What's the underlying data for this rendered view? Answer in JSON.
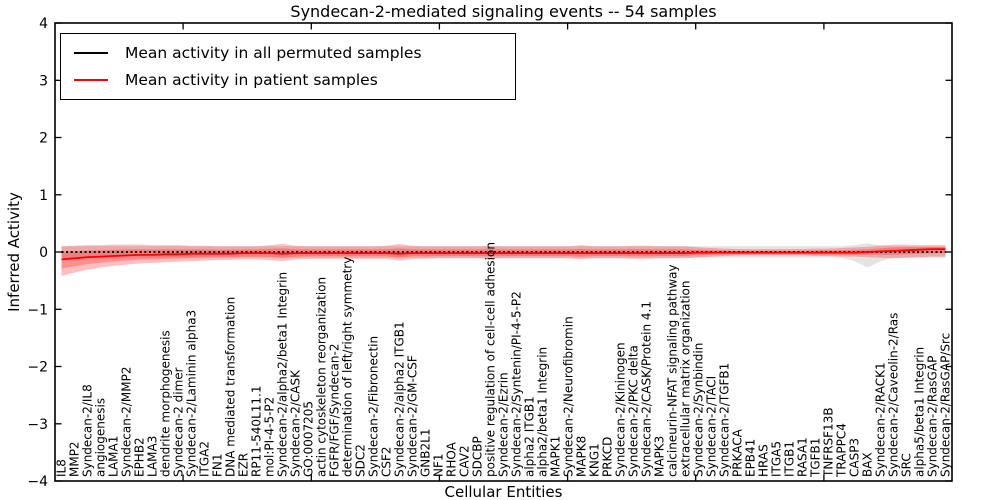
{
  "title": "Syndecan-2-mediated signaling events -- 54 samples",
  "ylabel": "Inferred Activity",
  "xlabel": "Cellular Entities",
  "legend": [
    {
      "label": "Mean activity in all permuted samples",
      "color": "#000000"
    },
    {
      "label": "Mean activity in patient samples",
      "color": "#ff0000"
    }
  ],
  "chart_data": {
    "type": "line",
    "title": "Syndecan-2-mediated signaling events -- 54 samples",
    "xlabel": "Cellular Entities",
    "ylabel": "Inferred Activity",
    "ylim": [
      -4,
      4
    ],
    "yticks": [
      4,
      3,
      2,
      1,
      0,
      -1,
      -2,
      -3,
      -4
    ],
    "grid": false,
    "legend_position": "upper left",
    "categories": [
      "IL8",
      "MMP2",
      "Syndecan-2/IL8",
      "angiogenesis",
      "LAMA1",
      "Syndecan-2/MMP2",
      "EPHB2",
      "LAMA3",
      "dendrite morphogenesis",
      "Syndecan-2 dimer",
      "Syndecan-2/Laminin alpha3",
      "ITGA2",
      "FN1",
      "DNA mediated transformation",
      "EZR",
      "RP11-540L11.1",
      "mol:PI-4-5-P2",
      "Syndecan-2/alpha2/beta1 Integrin",
      "Syndecan-2/CASK",
      "GO:0007205",
      "actin cytoskeleton reorganization",
      "FGFR/FGF/Syndecan-2",
      "determination of left/right symmetry",
      "SDC2",
      "Syndecan-2/Fibronectin",
      "CSF2",
      "Syndecan-2/alpha2 ITGB1",
      "Syndecan-2/GM-CSF",
      "GNB2L1",
      "NF1",
      "RHOA",
      "CAV2",
      "SDCBP",
      "positive regulation of cell-cell adhesion",
      "Syndecan-2/Ezrin",
      "Syndecan-2/Syntenin/PI-4-5-P2",
      "alpha2 ITGB1",
      "alpha2/beta1 Integrin",
      "MAPK1",
      "Syndecan-2/Neurofibromin",
      "MAPK8",
      "KNG1",
      "PRKCD",
      "Syndecan-2/Kininogen",
      "Syndecan-2/PKC delta",
      "Syndecan-2/CASK/Protein 4.1",
      "MAPK3",
      "calcineurin-NFAT signaling pathway",
      "extracellular matrix organization",
      "Syndecan-2/Synbindin",
      "Syndecan-2/TACI",
      "Syndecan-2/TGFB1",
      "PRKACA",
      "EPB41",
      "HRAS",
      "ITGA5",
      "ITGB1",
      "RASA1",
      "TGFB1",
      "TNFRSF13B",
      "TRAPPC4",
      "CASP3",
      "BAX",
      "Syndecan-2/RACK1",
      "Syndecan-2/Caveolin-2/Ras",
      "SRC",
      "alpha5/beta1 Integrin",
      "Syndecan-2/RasGAP",
      "Syndecan-2/RasGAP/Src"
    ],
    "series": [
      {
        "key": "permuted-mean-line",
        "name": "Mean activity in all permuted samples",
        "color": "#000000",
        "style": "dotted",
        "values": [
          0,
          0,
          0,
          0,
          0,
          0,
          0,
          0,
          0,
          0,
          0,
          0,
          0,
          0,
          0,
          0,
          0,
          0,
          0,
          0,
          0,
          0,
          0,
          0,
          0,
          0,
          0,
          0,
          0,
          0,
          0,
          0,
          0,
          0,
          0,
          0,
          0,
          0,
          0,
          0,
          0,
          0,
          0,
          0,
          0,
          0,
          0,
          0,
          0,
          0,
          0,
          0,
          0,
          0,
          0,
          0,
          0,
          0,
          0,
          0,
          0,
          0,
          0,
          0,
          0,
          0,
          0,
          0,
          0
        ]
      },
      {
        "key": "patient-mean-line",
        "name": "Mean activity in patient samples",
        "color": "#ff0000",
        "style": "solid",
        "values": [
          -0.13,
          -0.11,
          -0.09,
          -0.08,
          -0.07,
          -0.06,
          -0.05,
          -0.05,
          -0.04,
          -0.04,
          -0.03,
          -0.03,
          -0.03,
          -0.03,
          -0.02,
          -0.02,
          -0.02,
          -0.03,
          -0.02,
          -0.02,
          -0.02,
          -0.02,
          -0.02,
          -0.02,
          -0.02,
          -0.02,
          -0.03,
          -0.02,
          -0.02,
          -0.02,
          -0.02,
          -0.02,
          -0.02,
          -0.02,
          -0.02,
          -0.02,
          -0.02,
          -0.02,
          -0.02,
          -0.02,
          -0.02,
          -0.02,
          -0.02,
          -0.02,
          -0.02,
          -0.02,
          -0.02,
          -0.02,
          -0.02,
          -0.01,
          -0.01,
          -0.01,
          -0.01,
          -0.01,
          -0.01,
          -0.01,
          -0.01,
          -0.01,
          -0.01,
          -0.01,
          -0.01,
          -0.01,
          0.0,
          0.01,
          0.02,
          0.03,
          0.04,
          0.05,
          0.05
        ]
      }
    ],
    "bands": [
      {
        "name": "permuted-range",
        "color": "#999999",
        "opacity": 0.28,
        "upper": [
          0.1,
          0.1,
          0.1,
          0.1,
          0.1,
          0.1,
          0.1,
          0.1,
          0.1,
          0.1,
          0.1,
          0.1,
          0.1,
          0.1,
          0.1,
          0.1,
          0.1,
          0.1,
          0.1,
          0.1,
          0.1,
          0.1,
          0.1,
          0.1,
          0.1,
          0.1,
          0.1,
          0.1,
          0.1,
          0.1,
          0.1,
          0.1,
          0.1,
          0.1,
          0.1,
          0.1,
          0.1,
          0.1,
          0.1,
          0.1,
          0.1,
          0.1,
          0.1,
          0.1,
          0.1,
          0.1,
          0.1,
          0.1,
          0.1,
          0.1,
          0.1,
          0.1,
          0.1,
          0.1,
          0.1,
          0.1,
          0.1,
          0.1,
          0.1,
          0.1,
          0.1,
          0.12,
          0.15,
          0.12,
          0.1,
          0.1,
          0.1,
          0.1,
          0.1
        ],
        "lower": [
          -0.1,
          -0.1,
          -0.1,
          -0.1,
          -0.1,
          -0.1,
          -0.1,
          -0.1,
          -0.1,
          -0.1,
          -0.1,
          -0.1,
          -0.1,
          -0.1,
          -0.1,
          -0.1,
          -0.1,
          -0.1,
          -0.1,
          -0.1,
          -0.1,
          -0.1,
          -0.1,
          -0.1,
          -0.1,
          -0.1,
          -0.1,
          -0.1,
          -0.1,
          -0.1,
          -0.1,
          -0.1,
          -0.1,
          -0.1,
          -0.1,
          -0.1,
          -0.1,
          -0.1,
          -0.1,
          -0.1,
          -0.1,
          -0.1,
          -0.1,
          -0.1,
          -0.1,
          -0.1,
          -0.1,
          -0.1,
          -0.1,
          -0.1,
          -0.1,
          -0.1,
          -0.1,
          -0.1,
          -0.1,
          -0.1,
          -0.1,
          -0.1,
          -0.1,
          -0.1,
          -0.1,
          -0.16,
          -0.27,
          -0.16,
          -0.1,
          -0.1,
          -0.1,
          -0.1,
          -0.1
        ]
      },
      {
        "name": "patient-range",
        "color": "#ff0000",
        "opacity": 0.25,
        "inner_fraction": 0.55,
        "mean_series": 1,
        "upper": [
          0.1,
          0.11,
          0.12,
          0.12,
          0.13,
          0.13,
          0.13,
          0.12,
          0.12,
          0.12,
          0.11,
          0.11,
          0.1,
          0.1,
          0.1,
          0.1,
          0.12,
          0.14,
          0.11,
          0.1,
          0.1,
          0.1,
          0.1,
          0.1,
          0.1,
          0.11,
          0.14,
          0.11,
          0.1,
          0.1,
          0.1,
          0.1,
          0.1,
          0.11,
          0.1,
          0.1,
          0.1,
          0.1,
          0.1,
          0.1,
          0.12,
          0.1,
          0.1,
          0.1,
          0.11,
          0.11,
          0.1,
          0.1,
          0.1,
          0.08,
          0.07,
          0.06,
          0.05,
          0.05,
          0.05,
          0.05,
          0.05,
          0.05,
          0.06,
          0.06,
          0.07,
          0.08,
          0.09,
          0.11,
          0.13,
          0.13,
          0.12,
          0.12,
          0.12
        ],
        "lower": [
          -0.42,
          -0.36,
          -0.31,
          -0.27,
          -0.24,
          -0.22,
          -0.2,
          -0.19,
          -0.18,
          -0.17,
          -0.16,
          -0.15,
          -0.14,
          -0.14,
          -0.13,
          -0.13,
          -0.14,
          -0.16,
          -0.13,
          -0.12,
          -0.12,
          -0.12,
          -0.12,
          -0.12,
          -0.12,
          -0.12,
          -0.15,
          -0.12,
          -0.12,
          -0.11,
          -0.11,
          -0.11,
          -0.11,
          -0.12,
          -0.11,
          -0.11,
          -0.11,
          -0.11,
          -0.11,
          -0.11,
          -0.13,
          -0.11,
          -0.11,
          -0.11,
          -0.12,
          -0.12,
          -0.11,
          -0.11,
          -0.11,
          -0.09,
          -0.08,
          -0.07,
          -0.06,
          -0.06,
          -0.06,
          -0.06,
          -0.06,
          -0.06,
          -0.07,
          -0.07,
          -0.08,
          -0.08,
          -0.09,
          -0.1,
          -0.11,
          -0.1,
          -0.09,
          -0.08,
          -0.08
        ]
      }
    ]
  }
}
